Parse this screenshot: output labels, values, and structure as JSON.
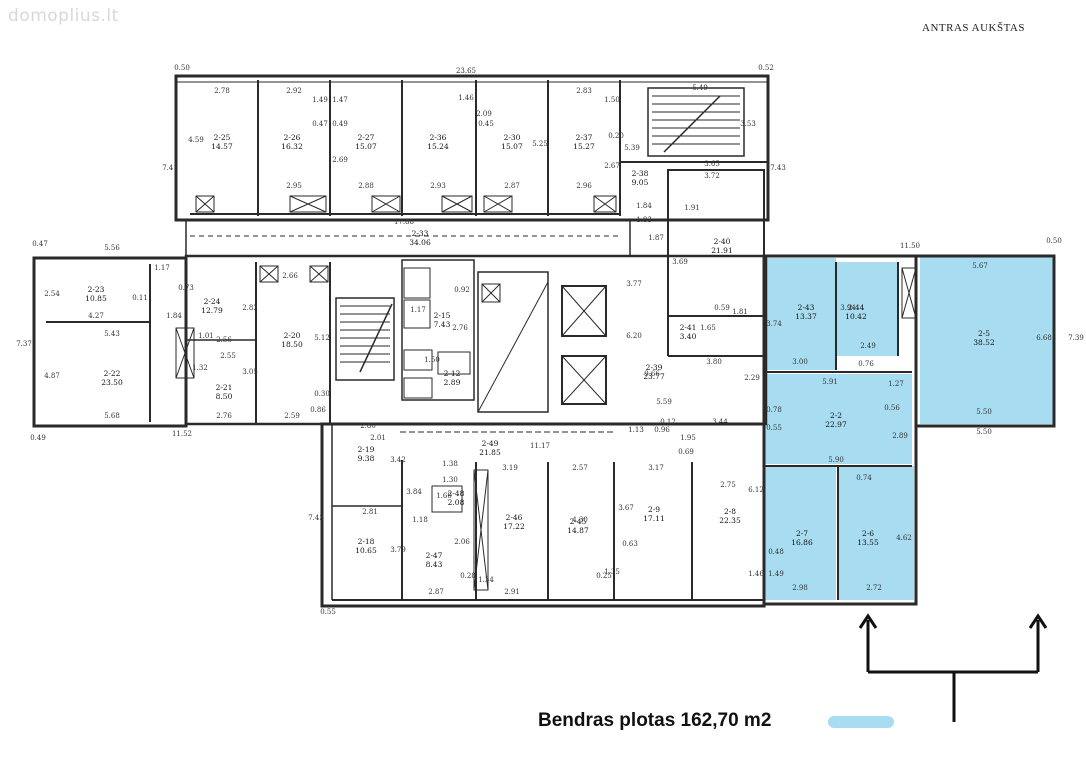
{
  "watermark": "domoplius.lt",
  "floor_title": "ANTRAS AUKŠTAS",
  "total_area_label": "Bendras plotas 162,70 m2",
  "colors": {
    "highlight": "#a8dcf0",
    "wall": "#2a2a2a",
    "legend_swatch": "#a8dcf0"
  },
  "rooms": [
    {
      "id": "2-25",
      "area": "14.57",
      "highlight": false
    },
    {
      "id": "2-26",
      "area": "16.32",
      "highlight": false
    },
    {
      "id": "2-27",
      "area": "15.07",
      "highlight": false
    },
    {
      "id": "2-36",
      "area": "15.24",
      "highlight": false
    },
    {
      "id": "2-30",
      "area": "15.07",
      "highlight": false
    },
    {
      "id": "2-37",
      "area": "15.27",
      "highlight": false
    },
    {
      "id": "2-38",
      "area": "9.05",
      "highlight": false
    },
    {
      "id": "2-40",
      "area": "21.91",
      "highlight": false
    },
    {
      "id": "2-33",
      "area": "34.06",
      "highlight": false
    },
    {
      "id": "2-23",
      "area": "10.85",
      "highlight": false
    },
    {
      "id": "2-24",
      "area": "12.79",
      "highlight": false
    },
    {
      "id": "2-20",
      "area": "18.50",
      "highlight": false
    },
    {
      "id": "2-22",
      "area": "23.50",
      "highlight": false
    },
    {
      "id": "2-21",
      "area": "8.50",
      "highlight": false
    },
    {
      "id": "2-15",
      "area": "7.43",
      "highlight": false
    },
    {
      "id": "2-12",
      "area": "2.89",
      "highlight": false
    },
    {
      "id": "2-41",
      "area": "3.40",
      "highlight": false
    },
    {
      "id": "2-39",
      "area": "23.77",
      "highlight": false
    },
    {
      "id": "2-43",
      "area": "13.37",
      "highlight": true
    },
    {
      "id": "2-44",
      "area": "10.42",
      "highlight": true
    },
    {
      "id": "2-5",
      "area": "38.52",
      "highlight": true
    },
    {
      "id": "2-2",
      "area": "22.97",
      "highlight": true
    },
    {
      "id": "2-7",
      "area": "16.86",
      "highlight": true
    },
    {
      "id": "2-6",
      "area": "13.55",
      "highlight": true
    },
    {
      "id": "2-19",
      "area": "9.38",
      "highlight": false
    },
    {
      "id": "2-49",
      "area": "21.85",
      "highlight": false
    },
    {
      "id": "2-48",
      "area": "2.08",
      "highlight": false
    },
    {
      "id": "2-46",
      "area": "17.22",
      "highlight": false
    },
    {
      "id": "2-45",
      "area": "14.87",
      "highlight": false
    },
    {
      "id": "2-9",
      "area": "17.11",
      "highlight": false
    },
    {
      "id": "2-8",
      "area": "22.35",
      "highlight": false
    },
    {
      "id": "2-18",
      "area": "10.65",
      "highlight": false
    },
    {
      "id": "2-47",
      "area": "8.43",
      "highlight": false
    }
  ],
  "dimensions": [
    "0.50",
    "23.65",
    "0.52",
    "2.78",
    "2.92",
    "1.49",
    "1.47",
    "1.46",
    "2.83",
    "1.50",
    "5.49",
    "4.59",
    "0.47",
    "0.49",
    "0.45",
    "2.09",
    "5.25",
    "0.20",
    "3.53",
    "7.41",
    "7.43",
    "2.69",
    "2.95",
    "2.88",
    "2.93",
    "2.87",
    "2.96",
    "2.67",
    "5.39",
    "3.65",
    "3.72",
    "17.88",
    "1.84",
    "1.91",
    "1.83",
    "1.87",
    "0.47",
    "5.56",
    "1.17",
    "0.73",
    "0.11",
    "4.27",
    "1.84",
    "5.43",
    "2.66",
    "2.54",
    "7.37",
    "4.87",
    "1.01",
    "2.56",
    "2.55",
    "1.32",
    "3.05",
    "5.68",
    "0.49",
    "11.52",
    "2.76",
    "2.59",
    "0.86",
    "0.30",
    "2.82",
    "5.12",
    "1.50",
    "0.92",
    "1.17",
    "2.76",
    "3.77",
    "3.69",
    "6.20",
    "9.66",
    "3.80",
    "0.59",
    "1.81",
    "1.65",
    "2.29",
    "5.59",
    "0.12",
    "3.44",
    "0.96",
    "1.13",
    "11.17",
    "2.80",
    "2.01",
    "3.74",
    "3.00",
    "3.94",
    "2.49",
    "0.76",
    "1.27",
    "5.91",
    "11.50",
    "0.50",
    "5.67",
    "6.68",
    "7.39",
    "5.50",
    "5.50",
    "0.55",
    "0.78",
    "0.56",
    "2.89",
    "5.90",
    "0.74",
    "4.62",
    "2.98",
    "2.72",
    "0.48",
    "1.49",
    "1.46",
    "6.12",
    "2.75",
    "0.69",
    "1.95",
    "3.17",
    "3.67",
    "0.63",
    "1.35",
    "0.25",
    "2.57",
    "4.30",
    "3.19",
    "1.38",
    "1.30",
    "1.60",
    "1.18",
    "3.84",
    "3.42",
    "2.81",
    "3.79",
    "7.43",
    "0.55",
    "2.87",
    "2.91",
    "0.28",
    "1.34",
    "2.06"
  ]
}
